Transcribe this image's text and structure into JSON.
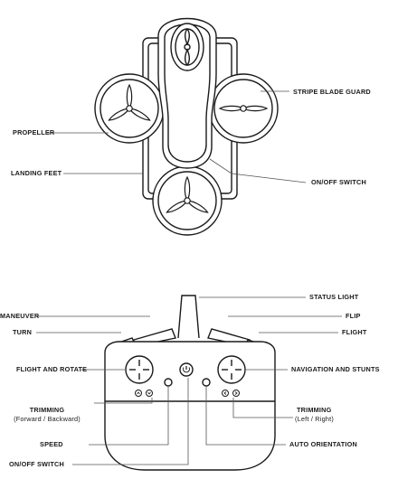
{
  "drone": {
    "labels": {
      "propeller": "PROPELLER",
      "landing_feet": "LANDING FEET",
      "stripe_blade_guard": "STRIPE BLADE GUARD",
      "on_off_switch": "ON/OFF SWITCH"
    }
  },
  "controller": {
    "labels": {
      "maneuver": "MANEUVER",
      "turn": "TURN",
      "flight_and_rotate": "FLIGHT AND ROTATE",
      "trimming_left": "TRIMMING",
      "trimming_left_sub": "(Forward / Backward)",
      "speed": "SPEED",
      "on_off_switch": "ON/OFF SWITCH",
      "status_light": "STATUS LIGHT",
      "flip": "FLIP",
      "flight": "FLIGHT",
      "navigation_and_stunts": "NAVIGATION AND STUNTS",
      "trimming_right": "TRIMMING",
      "trimming_right_sub": "(Left / Right)",
      "auto_orientation": "AUTO ORIENTATION"
    }
  },
  "colors": {
    "line": "#1a1a1a",
    "leader": "#555555",
    "background": "#ffffff"
  }
}
